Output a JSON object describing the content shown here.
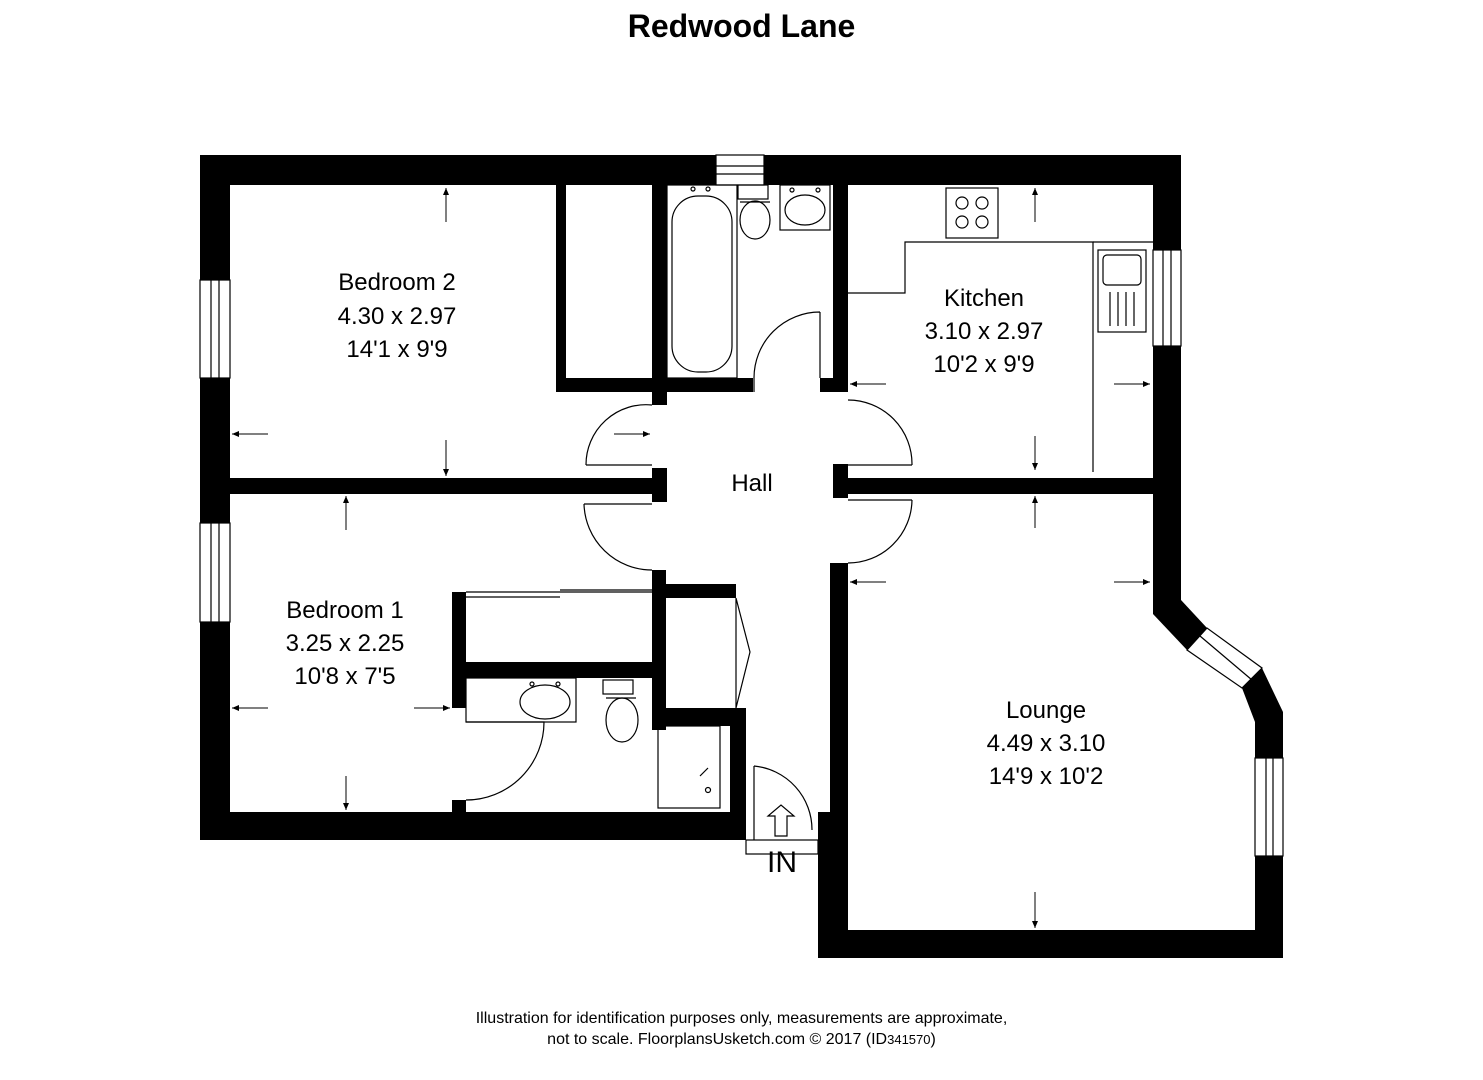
{
  "title": "Redwood Lane",
  "rooms": [
    {
      "name": "Bedroom 2",
      "metric": "4.30 x 2.97",
      "imperial": "14'1 x 9'9"
    },
    {
      "name": "Kitchen",
      "metric": "3.10 x 2.97",
      "imperial": "10'2 x 9'9"
    },
    {
      "name": "Hall"
    },
    {
      "name": "Bedroom 1",
      "metric": "3.25 x 2.25",
      "imperial": "10'8 x 7'5"
    },
    {
      "name": "Lounge",
      "metric": "4.49 x 3.10",
      "imperial": "14'9 x 10'2"
    }
  ],
  "entrance_label": "IN",
  "footer": {
    "line1": "Illustration for identification purposes only, measurements are approximate,",
    "line2_prefix": "not to scale. FloorplansUsketch.com © 2017 (ID",
    "line2_id": "341570",
    "line2_suffix": ")"
  }
}
